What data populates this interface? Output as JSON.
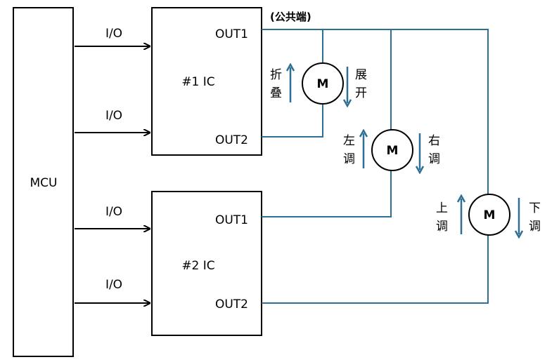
{
  "mcu": {
    "label": "MCU"
  },
  "io_label": "I/O",
  "ic1": {
    "label": "#1 IC",
    "out1": "OUT1",
    "out2": "OUT2"
  },
  "ic2": {
    "label": "#2 IC",
    "out1": "OUT1",
    "out2": "OUT2"
  },
  "common_label": "(公共端)",
  "motors": {
    "m1": {
      "label": "M",
      "up_char1": "折",
      "up_char2": "叠",
      "down_char1": "展",
      "down_char2": "开"
    },
    "m2": {
      "label": "M",
      "up_char1": "左",
      "up_char2": "调",
      "down_char1": "右",
      "down_char2": "调"
    },
    "m3": {
      "label": "M",
      "up_char1": "上",
      "up_char2": "调",
      "down_char1": "下",
      "down_char2": "调"
    }
  },
  "colors": {
    "wire": "#2f6f93",
    "outline": "#000000"
  }
}
